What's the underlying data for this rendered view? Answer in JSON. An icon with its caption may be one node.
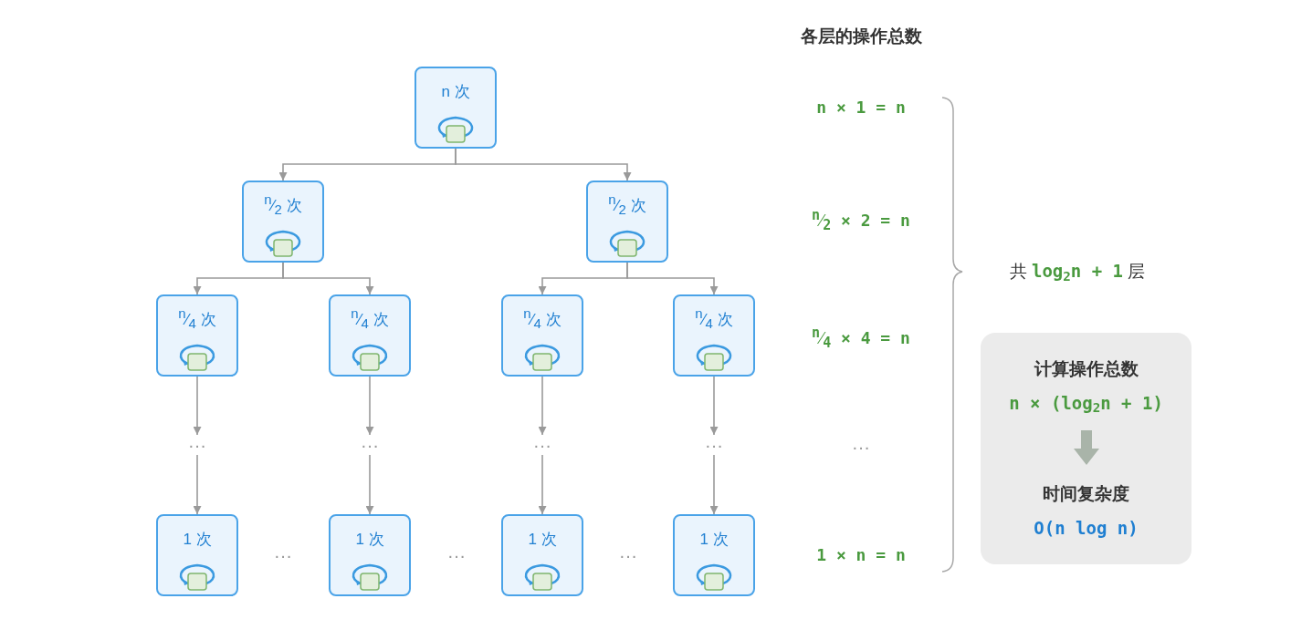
{
  "diagram": {
    "nodes": [
      {
        "text": [
          "n 次"
        ]
      },
      {
        "text": [
          "$^{n}$⁄$_{2}$ 次"
        ]
      },
      {
        "text": [
          "$^{n}$⁄$_{2}$ 次"
        ]
      },
      {
        "text": [
          "$^{n}$⁄$_{4}$ 次"
        ]
      },
      {
        "text": [
          "$^{n}$⁄$_{4}$ 次"
        ]
      },
      {
        "text": [
          "$^{n}$⁄$_{4}$ 次"
        ]
      },
      {
        "text": [
          "$^{n}$⁄$_{4}$ 次"
        ]
      },
      {
        "text": [
          "···"
        ]
      },
      {
        "text": [
          "···"
        ]
      },
      {
        "text": [
          "···"
        ]
      },
      {
        "text": [
          "···"
        ]
      },
      {
        "text": [
          "1 次"
        ]
      },
      {
        "text": [
          "1 次"
        ]
      },
      {
        "text": [
          "1 次"
        ]
      },
      {
        "text": [
          "1 次"
        ]
      },
      {
        "text": [
          "计算操作总数",
          "n × (log$_{2}$n + 1)",
          "时间复杂度",
          "O(n log n)"
        ]
      }
    ],
    "edges": [
      {
        "from": 0,
        "to": 1,
        "arrow": "to"
      },
      {
        "from": 0,
        "to": 2,
        "arrow": "to"
      },
      {
        "from": 1,
        "to": 3,
        "arrow": "to"
      },
      {
        "from": 1,
        "to": 4,
        "arrow": "to"
      },
      {
        "from": 2,
        "to": 5,
        "arrow": "to"
      },
      {
        "from": 2,
        "to": 6,
        "arrow": "to"
      },
      {
        "from": 3,
        "to": 7,
        "arrow": "to"
      },
      {
        "from": 4,
        "to": 8,
        "arrow": "to"
      },
      {
        "from": 5,
        "to": 9,
        "arrow": "to"
      },
      {
        "from": 6,
        "to": 10,
        "arrow": "to"
      },
      {
        "from": 7,
        "to": 11,
        "arrow": "to"
      },
      {
        "from": 8,
        "to": 12,
        "arrow": "to"
      },
      {
        "from": 9,
        "to": 13,
        "arrow": "to"
      },
      {
        "from": 10,
        "to": 14,
        "arrow": "to"
      }
    ],
    "labels": [
      "各层的操作总数",
      "n × 1 = n",
      "$^{n}$⁄$_{2}$ × 2 = n",
      "共 **log$_{2}$n + 1** 层",
      "$^{n}$⁄$_{4}$ × 4 = n",
      "···",
      "···",
      "···",
      "···",
      "1 × n = n"
    ]
  }
}
